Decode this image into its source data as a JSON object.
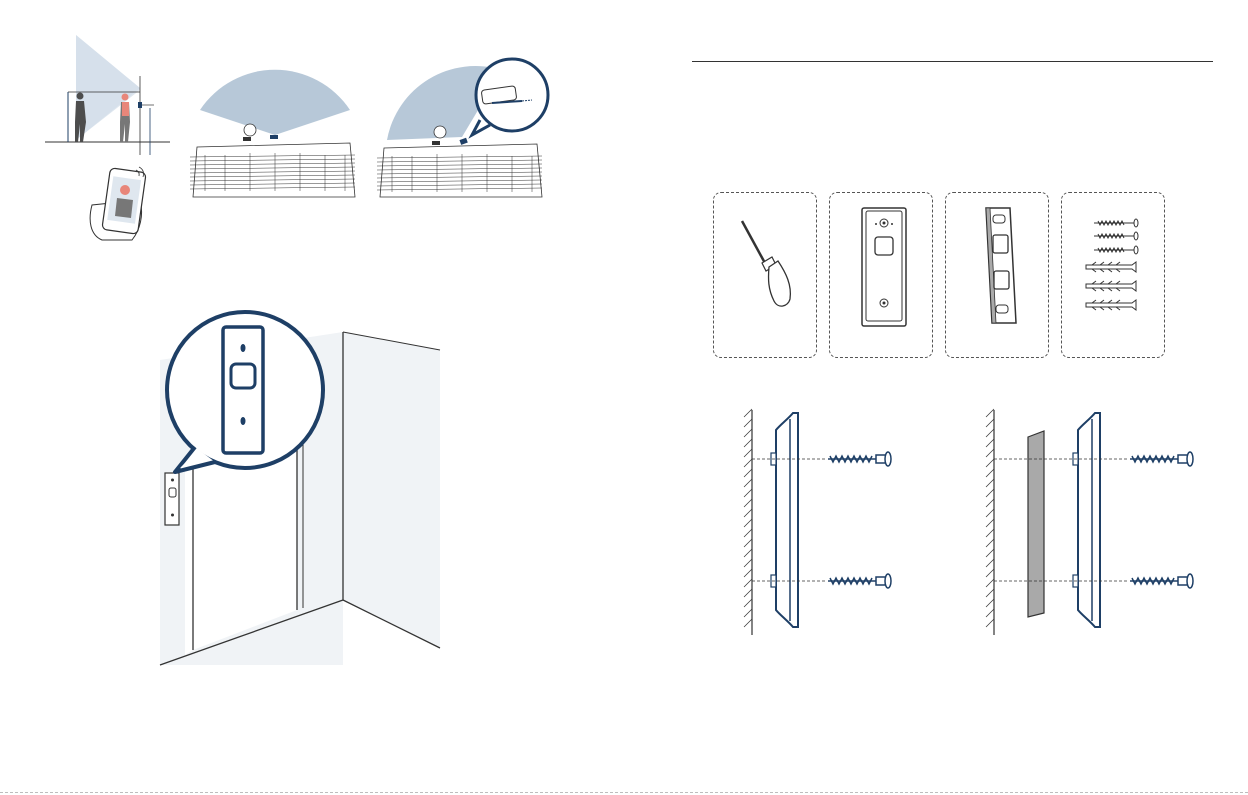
{
  "colors": {
    "navy": "#1e3f66",
    "light_blue": "#b7c8d8",
    "light_blue_fill": "#dfe7ef",
    "wall_fill": "#f0f3f6",
    "outline": "#333333",
    "gray_shim": "#a9a9a9",
    "skin": "#e8867a",
    "dark_person": "#4d4d4d"
  },
  "icons": {
    "screwdriver": "screwdriver-icon",
    "doorbell": "doorbell-icon",
    "bracket": "mounting-bracket-icon",
    "screws": "screws-and-anchors-icon"
  },
  "parts": [
    {
      "name": "screwdriver"
    },
    {
      "name": "doorbell"
    },
    {
      "name": "angle-bracket"
    },
    {
      "name": "screws-and-anchors"
    }
  ]
}
